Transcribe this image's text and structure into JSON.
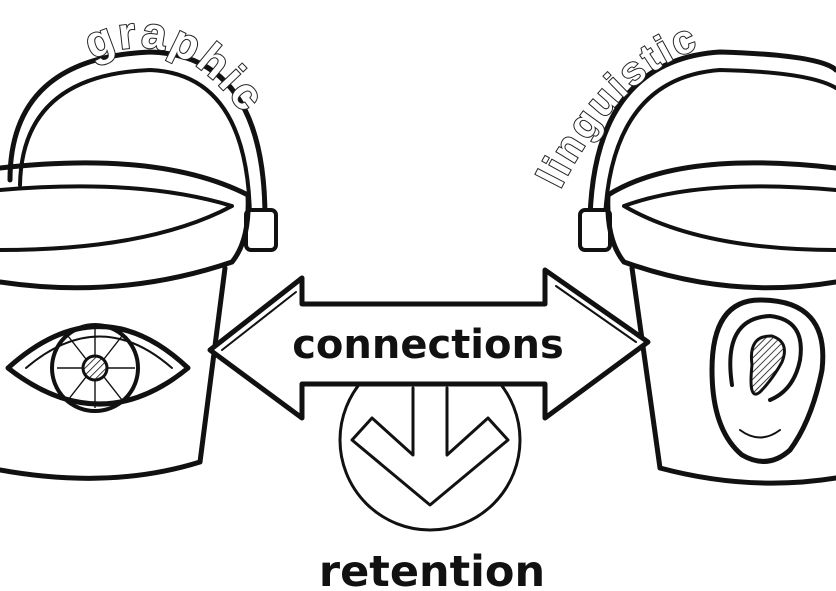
{
  "labels": {
    "left_bucket": "graphic",
    "right_bucket": "linguistic",
    "arrow": "connections",
    "bottom": "retention"
  },
  "icons": {
    "left_bucket": "eye-icon",
    "right_bucket": "ear-icon",
    "center": "down-chevron-circle-icon"
  },
  "colors": {
    "ink": "#111111",
    "background": "#ffffff"
  }
}
